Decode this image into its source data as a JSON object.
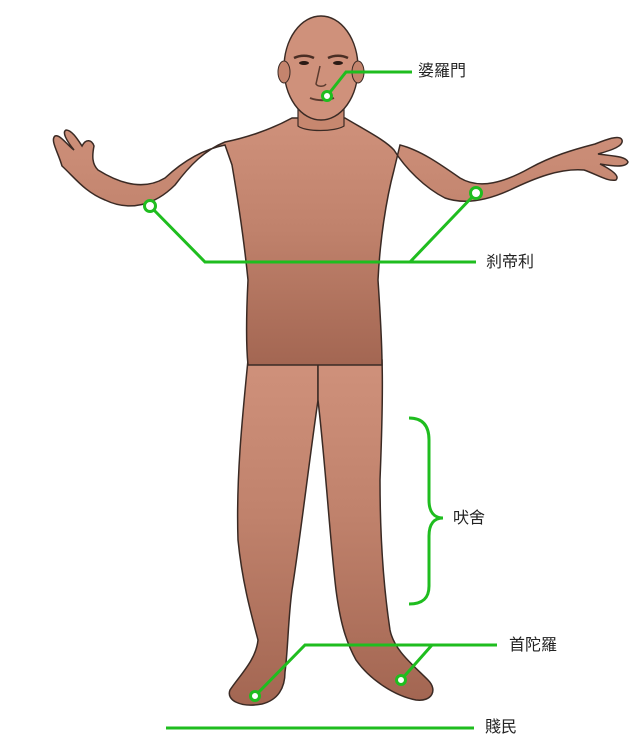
{
  "labels": {
    "brahmin": "婆羅門",
    "kshatriya": "刹帝利",
    "vaishya": "吠舍",
    "shudra": "首陀羅",
    "untouchable": "賤民"
  },
  "colors": {
    "line": "#1fbd1f",
    "skin_light": "#ce8c76",
    "skin_dark": "#9a5a47",
    "outline": "#3a2a24",
    "hair": "#7a4b3a"
  }
}
